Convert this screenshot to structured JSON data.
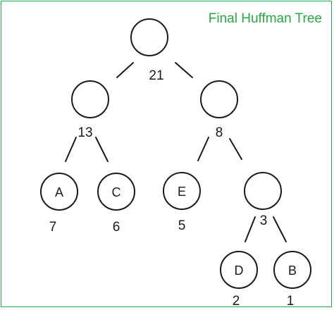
{
  "title": "Final Huffman Tree",
  "colors": {
    "title": "#27a844",
    "frame": "#27a844",
    "stroke": "#1a1a1a"
  },
  "nodes": {
    "root": {
      "label": "",
      "weight": "21"
    },
    "n13": {
      "label": "",
      "weight": "13"
    },
    "n8": {
      "label": "",
      "weight": "8"
    },
    "A": {
      "label": "A",
      "weight": "7"
    },
    "C": {
      "label": "C",
      "weight": "6"
    },
    "E": {
      "label": "E",
      "weight": "5"
    },
    "n3": {
      "label": "",
      "weight": "3"
    },
    "D": {
      "label": "D",
      "weight": "2"
    },
    "B": {
      "label": "B",
      "weight": "1"
    }
  }
}
